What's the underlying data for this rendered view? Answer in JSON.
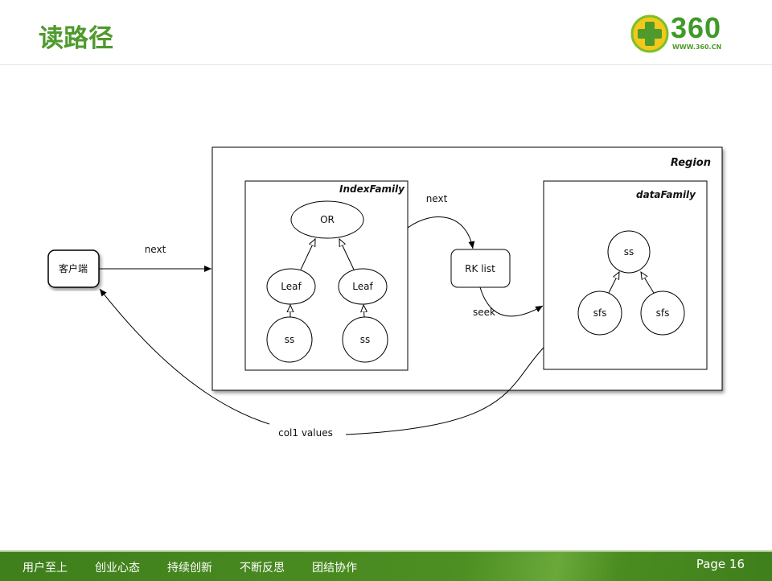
{
  "title": "读路径",
  "logo": {
    "text": "360",
    "url": "WWW.360.CN"
  },
  "diagram": {
    "client": "客户端",
    "region": "Region",
    "index_family": "IndexFamily",
    "or_node": "OR",
    "leaf1": "Leaf",
    "leaf2": "Leaf",
    "ss1": "ss",
    "ss2": "ss",
    "data_family": "dataFamily",
    "data_ss": "ss",
    "sfs1": "sfs",
    "sfs2": "sfs",
    "rk_list": "RK list",
    "next_client": "next",
    "next_index": "next",
    "seek": "seek",
    "col_values": "col1 values"
  },
  "footer": {
    "slogans": [
      "用户至上",
      "创业心态",
      "持续创新",
      "不断反思",
      "团结协作"
    ],
    "page": "Page 16"
  }
}
